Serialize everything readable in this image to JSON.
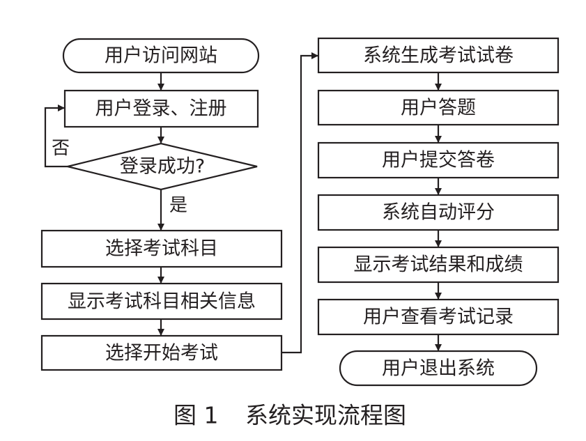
{
  "nodes": {
    "start": "用户访问网站",
    "login_register": "用户登录、注册",
    "login_success": "登录成功?",
    "select_subject": "选择考试科目",
    "show_subject_info": "显示考试科目相关信息",
    "select_start": "选择开始考试",
    "generate_paper": "系统生成考试试卷",
    "answer": "用户答题",
    "submit": "用户提交答卷",
    "auto_score": "系统自动评分",
    "show_result": "显示考试结果和成绩",
    "view_records": "用户查看考试记录",
    "end": "用户退出系统"
  },
  "edge_labels": {
    "no": "否",
    "yes": "是"
  },
  "caption": {
    "figure_number": "图 1",
    "title": "系统实现流程图"
  }
}
